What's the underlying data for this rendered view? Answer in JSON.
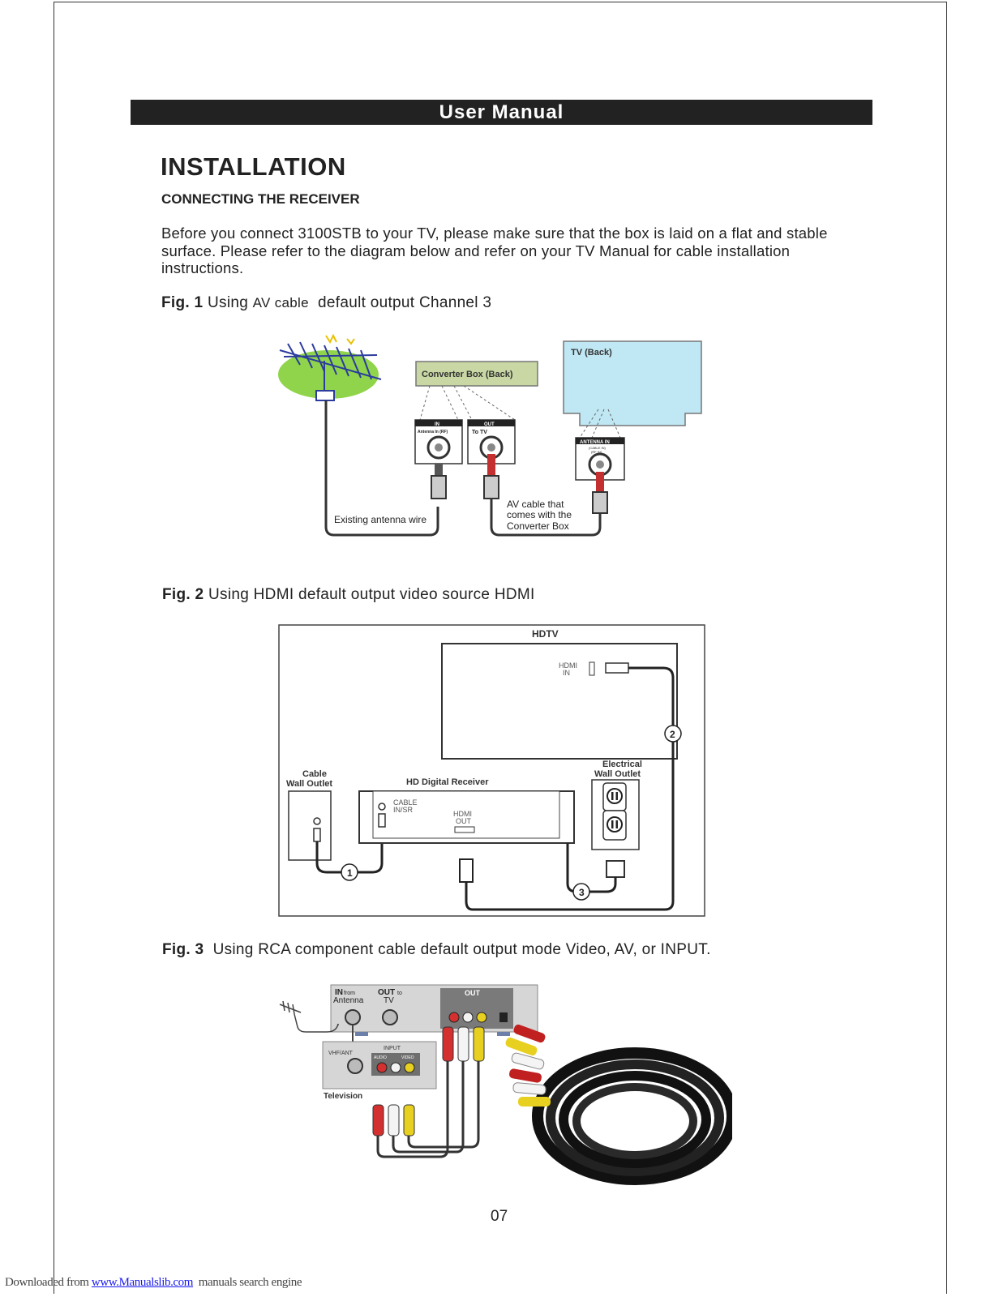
{
  "header": {
    "title": "User Manual"
  },
  "section": {
    "title": "INSTALLATION",
    "subtitle": "CONNECTING THE RECEIVER"
  },
  "intro": {
    "text": "Before you connect 3100STB  to your TV, please make sure that the box is laid on a flat and stable surface. Please refer to the diagram below and refer on your TV Manual for cable installation instructions."
  },
  "fig1": {
    "label": "Fig. 1",
    "caption_pre": "Using ",
    "caption_small": "AV cable",
    "caption_post": "  default output Channel 3",
    "converter_label": "Converter Box (Back)",
    "tv_label": "TV (Back)",
    "in_label": "IN",
    "in_sub": "Antenna In (RF)",
    "out_label": "OUT",
    "out_sub": "To TV",
    "antenna_in_label": "ANTENNA IN",
    "antenna_in_sub1": "(CABLE IN)",
    "antenna_in_sub2": "(RF IN)",
    "antenna_wire_label": "Existing antenna wire",
    "av_cable_line1": "AV cable that",
    "av_cable_line2": "comes with the",
    "av_cable_line3": "Converter Box"
  },
  "fig2": {
    "label": "Fig. 2",
    "caption": " Using HDMI default output video source HDMI",
    "hdtv_label": "HDTV",
    "hdmi_in_line1": "HDMI",
    "hdmi_in_line2": "IN",
    "cable_outlet_line1": "Cable",
    "cable_outlet_line2": "Wall Outlet",
    "receiver_label": "HD Digital Receiver",
    "cable_in_line1": "CABLE",
    "cable_in_line2": "IN/SR",
    "hdmi_out_line1": "HDMI",
    "hdmi_out_line2": "OUT",
    "electrical_line1": "Electrical",
    "electrical_line2": "Wall Outlet",
    "step1": "1",
    "step2": "2",
    "step3": "3"
  },
  "fig3": {
    "label": "Fig. 3",
    "caption": "  Using RCA component cable default output mode Video, AV, or INPUT.",
    "in_from_line1": "IN",
    "in_from_small": "from",
    "in_from_line2": "Antenna",
    "out_to_line1": "OUT",
    "out_to_small": "to",
    "out_to_line2": "TV",
    "out_label": "OUT",
    "vhf_label": "VHF/ANT",
    "input_label": "INPUT",
    "audio_label": "AUDIO",
    "video_label": "VIDEO",
    "television_label": "Television"
  },
  "page_number": "07",
  "footer": {
    "prefix": "Downloaded from ",
    "link": "www.Manualslib.com",
    "suffix": "  manuals search engine"
  }
}
